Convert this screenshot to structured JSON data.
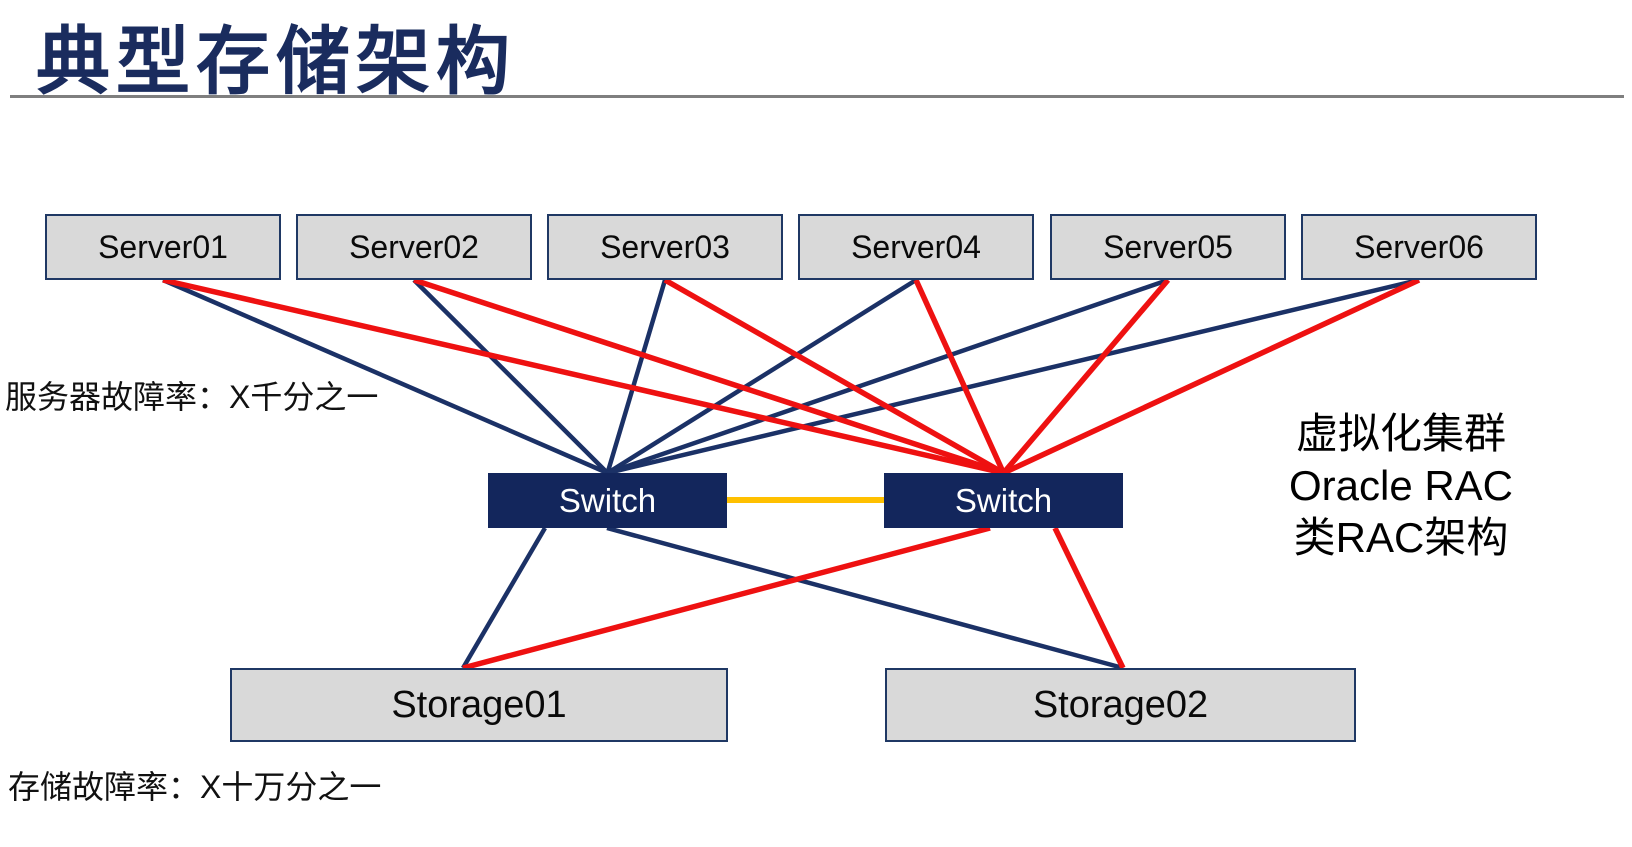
{
  "page": {
    "title": "典型存储架构"
  },
  "labels": {
    "server_failure_rate": "服务器故障率：X千分之一",
    "storage_failure_rate": "存储故障率：X十万分之一",
    "annotation_lines": [
      "虚拟化集群",
      "Oracle RAC",
      "类RAC架构"
    ]
  },
  "colors": {
    "navy": "#1b3166",
    "red": "#ee1111",
    "gold": "#ffc000",
    "node_fill": "#d9d9d9",
    "node_border": "#1f3864",
    "switch_fill": "#13265c",
    "divider_gray": "#7f7f7f"
  },
  "diagram": {
    "nodes": [
      {
        "id": "server01",
        "label": "Server01",
        "type": "server"
      },
      {
        "id": "server02",
        "label": "Server02",
        "type": "server"
      },
      {
        "id": "server03",
        "label": "Server03",
        "type": "server"
      },
      {
        "id": "server04",
        "label": "Server04",
        "type": "server"
      },
      {
        "id": "server05",
        "label": "Server05",
        "type": "server"
      },
      {
        "id": "server06",
        "label": "Server06",
        "type": "server"
      },
      {
        "id": "switch-a",
        "label": "Switch",
        "type": "switch"
      },
      {
        "id": "switch-b",
        "label": "Switch",
        "type": "switch"
      },
      {
        "id": "storage01",
        "label": "Storage01",
        "type": "storage"
      },
      {
        "id": "storage02",
        "label": "Storage02",
        "type": "storage"
      }
    ],
    "edges": [
      {
        "from": "server01",
        "to": "switch-a",
        "color": "navy"
      },
      {
        "from": "server02",
        "to": "switch-a",
        "color": "navy"
      },
      {
        "from": "server03",
        "to": "switch-a",
        "color": "navy"
      },
      {
        "from": "server04",
        "to": "switch-a",
        "color": "navy"
      },
      {
        "from": "server05",
        "to": "switch-a",
        "color": "navy"
      },
      {
        "from": "server06",
        "to": "switch-a",
        "color": "navy"
      },
      {
        "from": "server01",
        "to": "switch-b",
        "color": "red"
      },
      {
        "from": "server02",
        "to": "switch-b",
        "color": "red"
      },
      {
        "from": "server03",
        "to": "switch-b",
        "color": "red"
      },
      {
        "from": "server04",
        "to": "switch-b",
        "color": "red"
      },
      {
        "from": "server05",
        "to": "switch-b",
        "color": "red"
      },
      {
        "from": "server06",
        "to": "switch-b",
        "color": "red"
      },
      {
        "from": "switch-a",
        "to": "switch-b",
        "color": "gold"
      },
      {
        "from": "switch-a",
        "to": "storage01",
        "color": "navy"
      },
      {
        "from": "switch-a",
        "to": "storage02",
        "color": "navy"
      },
      {
        "from": "switch-b",
        "to": "storage01",
        "color": "red"
      },
      {
        "from": "switch-b",
        "to": "storage02",
        "color": "red"
      }
    ]
  }
}
